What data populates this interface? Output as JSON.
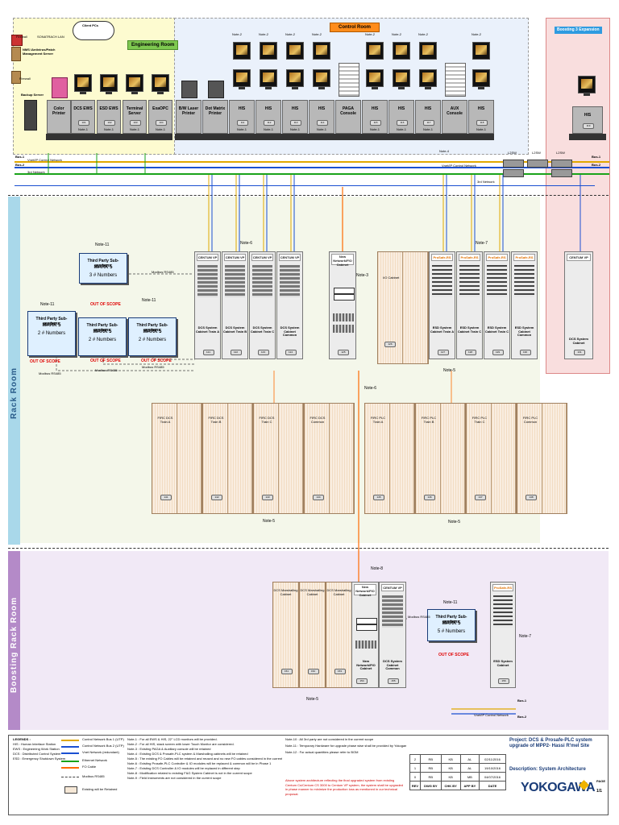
{
  "network": {
    "client_pcs": "Client PCs",
    "lan_label": "SONATRACH LAN",
    "firewall1": "Firewall",
    "firewall2": "Firewall",
    "nms_server": "NMS /Antivirus/Patch Management Server",
    "backup_server": "Backup Server",
    "bus1": "Bus-1",
    "bus2": "Bus-2",
    "vnet": "Vnet/IP Control Network",
    "third_net": "3rd Network",
    "l2sw": "L2SW",
    "note4": "Note-4"
  },
  "zones": {
    "engineering_room": "Engineering Room",
    "control_room": "Control Room",
    "boosting_expansion": "Boosting 3 Expansion",
    "rack_room": "Rack Room",
    "boosting_rack_room": "Boosting Rack Room"
  },
  "engineering_stations": [
    {
      "label": "Color Printer",
      "tag": "",
      "note": ""
    },
    {
      "label": "DCS EWS",
      "tag": "101",
      "note": "Note-1"
    },
    {
      "label": "ESD EWS",
      "tag": "102",
      "note": "Note-1"
    },
    {
      "label": "Terminal Server",
      "tag": "103",
      "note": "Note-1"
    },
    {
      "label": "ExaOPC",
      "tag": "104",
      "note": "Note-1"
    }
  ],
  "control_stations": [
    {
      "label": "B/W Laser Printer",
      "tag": "",
      "note": ""
    },
    {
      "label": "Dot Matrix Printer",
      "tag": "",
      "note": ""
    },
    {
      "label": "HIS",
      "tag": "111",
      "note": "Note-1"
    },
    {
      "label": "HIS",
      "tag": "112",
      "note": "Note-1"
    },
    {
      "label": "HIS",
      "tag": "113",
      "note": "Note-1"
    },
    {
      "label": "HIS",
      "tag": "114",
      "note": "Note-1"
    },
    {
      "label": "PAGA Console",
      "tag": "",
      "note": ""
    },
    {
      "label": "HIS",
      "tag": "115",
      "note": "Note-1"
    },
    {
      "label": "HIS",
      "tag": "116",
      "note": "Note-1"
    },
    {
      "label": "HIS",
      "tag": "117",
      "note": "Note-1"
    },
    {
      "label": "AUX Console",
      "tag": "",
      "note": ""
    },
    {
      "label": "HIS",
      "tag": "118",
      "note": "Note-1"
    }
  ],
  "monitor_note": "Note-2",
  "boost_his": {
    "label": "HIS",
    "tag": "119",
    "note": "Note-1"
  },
  "rack_room": {
    "note6": "Note-6",
    "note3": "Note-3",
    "note7": "Note-7",
    "note5": "Note-5",
    "note11": "Note-11",
    "modbus": "Modbus RS485",
    "dcs_cabinets": [
      {
        "brand": "CENTUM VP",
        "name": "DCS System Cabinet Train A",
        "tag": "121"
      },
      {
        "brand": "CENTUM VP",
        "name": "DCS System Cabinet Train B",
        "tag": "122"
      },
      {
        "brand": "CENTUM VP",
        "name": "DCS System Cabinet Train C",
        "tag": "123"
      },
      {
        "brand": "CENTUM VP",
        "name": "DCS System Cabinet Common",
        "tag": "124"
      }
    ],
    "nfio_cabinet": {
      "name": "New Network/FIO Cabinet",
      "tag": "125"
    },
    "io_cabinet": {
      "name": "I/O Cabinet",
      "tag": "126"
    },
    "esd_cabinets": [
      {
        "brand": "ProSafe-RS",
        "name": "ESD System Cabinet Train A",
        "tag": "127"
      },
      {
        "brand": "ProSafe-RS",
        "name": "ESD System Cabinet Train C",
        "tag": "128"
      },
      {
        "brand": "ProSafe-RS",
        "name": "ESD System Cabinet Train C",
        "tag": "129"
      },
      {
        "brand": "ProSafe-RS",
        "name": "ESD System Cabinet Common",
        "tag": "130"
      }
    ],
    "boost_dcs": {
      "brand": "CENTUM VP",
      "name": "DCS System Cabinet",
      "tag": "131"
    },
    "third_party": [
      {
        "l1": "Third Party Sub-systems",
        "l2": "MARK 5",
        "l3": "3 # Numbers"
      },
      {
        "l1": "Third Party Sub-systems",
        "l2": "MARK 5",
        "l3": "2 # Numbers"
      },
      {
        "l1": "Third Party Sub-systems",
        "l2": "MARK 5",
        "l3": "2 # Numbers"
      },
      {
        "l1": "Third Party Sub-systems",
        "l2": "MARK 5",
        "l3": "2 # Numbers"
      }
    ],
    "out_of_scope": "OUT OF SCOPE",
    "marshalling_dcs": [
      {
        "name": "FIRC DCS Train A",
        "tag": "141"
      },
      {
        "name": "FIRC DCS Train B",
        "tag": "142"
      },
      {
        "name": "FIRC DCS Train C",
        "tag": "143"
      },
      {
        "name": "FIRC DCS Common",
        "tag": "144"
      }
    ],
    "marshalling_plc": [
      {
        "name": "FIRC PLC Train A",
        "tag": "145"
      },
      {
        "name": "FIRC PLC Train B",
        "tag": "146"
      },
      {
        "name": "FIRC PLC Train C",
        "tag": "147"
      },
      {
        "name": "FIRC PLC Common",
        "tag": "148"
      }
    ]
  },
  "boosting_rack": {
    "note8": "Note-8",
    "note5": "Note-5",
    "note7": "Note-7",
    "note11": "Note-11",
    "modbus": "Modbus RS485",
    "marsh": [
      {
        "name": "DCS Marshalling Cabinet",
        "tag": "151"
      },
      {
        "name": "DCS Marshalling Cabinet",
        "tag": "152"
      },
      {
        "name": "DCS Marshalling Cabinet",
        "tag": "153"
      }
    ],
    "nfio": {
      "name": "New Network/FIO Cabinet",
      "tag": "154"
    },
    "dcs": {
      "brand": "CENTUM VP",
      "name": "DCS System Cabinet Common",
      "tag": "155"
    },
    "third_party": {
      "l1": "Third Party Sub-systems",
      "l2": "MARK 5",
      "l3": "5 # Numbers"
    },
    "esd": {
      "brand": "ProSafe-RS",
      "name": "ESD System Cabinet",
      "tag": "156"
    }
  },
  "legend": {
    "title": "LEGENDS :",
    "items": [
      "HIS : Human Interface Station",
      "EWS : Engineering Work Station",
      "DCS : Distributed Control System",
      "ESD : Emergency Shutdown System"
    ],
    "lines": [
      "Control Network Bus 1 (UTP)",
      "Control Network Bus 2 (UTP)",
      "Vnet Network (redundant)",
      "Ethernet Network",
      "FO Cable",
      "Modbus RS485",
      "Existing will be Retained"
    ]
  },
  "notes_col1": [
    "Note-1 : For all EWS & HIS, 22\" LCD monitors will be provided.",
    "Note-2 : For all HIS, stack screen with lower Touch Monitor are considered.",
    "Note-3 : Existing PAGA & Auxiliary console will be retained",
    "Note-4 : Existing DCS & Prosafe-PLC system & Marshalling cabinets will be retained",
    "Note-5 : The existing FO Cables will be retained and reused and no new FO cables considered in the current scope of supply",
    "Note-6 : Existing Prosafe-PLC Controller & IO modules will be replaced & common will be in Phase 1",
    "Note-7 : Existing DCS Controller & IO modules will be replaced in different step",
    "Note-8 : Modification related to existing F&G System Cabinet is not in the current scope",
    "Note-9 : Field Instruments are not considered in the current scope"
  ],
  "notes_col2": [
    "Note-10 : All 3rd party are not considered in the current scope",
    "Note-11 : Temporary Hardware for upgrade phase wise shall be provided by Yokogawa",
    "Note-12 : For actual quantities please refer to BOM"
  ],
  "remark": "Above system architecture reflecting the final upgraded system from existing Centum Cs/Centum CS 3000 to Centum VP system, the system shall be upgraded in phase manner to minimize the production loss as mentioned in our technical proposal.",
  "revisions": [
    {
      "rev": "2",
      "dwg": "RB",
      "chk": "KB",
      "app": "AL",
      "date": "02/11/2016"
    },
    {
      "rev": "1",
      "dwg": "RB",
      "chk": "KB",
      "app": "AL",
      "date": "19/10/2016"
    },
    {
      "rev": "0",
      "dwg": "RB",
      "chk": "KB",
      "app": "MB",
      "date": "04/07/2016"
    }
  ],
  "rev_headers": {
    "rev": "REV",
    "dwg": "DWG BY",
    "chk": "CHK BY",
    "app": "APP BY",
    "date": "DATE"
  },
  "project": "Project: DCS & Prosafe-PLC system upgrade of MPP2- Hassi R'mel Site",
  "description": "Description: System Architecture",
  "company": "YOKOGAWA",
  "page_label": "PAGE",
  "page_value": "1/1",
  "colors": {
    "bus1": "#e0a800",
    "bus2": "#1a4fd1",
    "ethernet": "#1aa31a",
    "fo": "#ff6a00",
    "modbus": "#444444"
  }
}
